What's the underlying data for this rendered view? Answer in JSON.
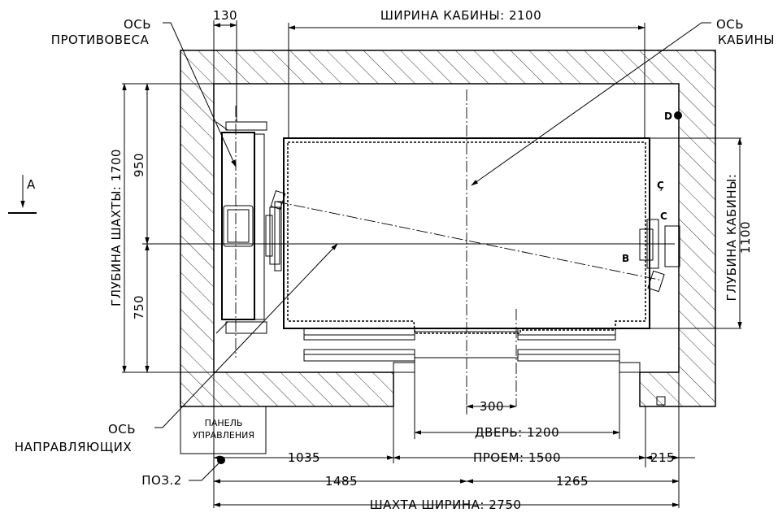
{
  "dimensions": {
    "cabin_width": "ШИРИНА КАБИНЫ: 2100",
    "guide_gap": "130",
    "shaft_depth": "ГЛУБИНА ШАХТЫ: 1700",
    "depth_upper": "950",
    "depth_lower": "750",
    "cabin_depth": "ГЛУБИНА КАБИНЫ:",
    "cabin_depth_value": "1100",
    "offset_300": "300",
    "door": "ДВЕРЬ: 1200",
    "left_1035": "1035",
    "opening": "ПРОЕМ: 1500",
    "right_215": "215",
    "left_1485": "1485",
    "right_1265": "1265",
    "shaft_width": "ШАХТА ШИРИНА: 2750"
  },
  "labels": {
    "counterweight_axis_1": "ОСЬ",
    "counterweight_axis_2": "ПРОТИВОВЕСА",
    "cabin_axis_1": "ОСЬ",
    "cabin_axis_2": "КАБИНЫ",
    "guide_axis_1": "ОСЬ",
    "guide_axis_2": "НАПРАВЛЯЮЩИХ",
    "panel_1": "ПАНЕЛЬ",
    "panel_2": "УПРАВЛЕНИЯ",
    "pos": "ПОЗ.2",
    "section": "A",
    "marker_b": "B",
    "marker_c1": "Ç",
    "marker_c2": "C",
    "marker_d": "D"
  }
}
